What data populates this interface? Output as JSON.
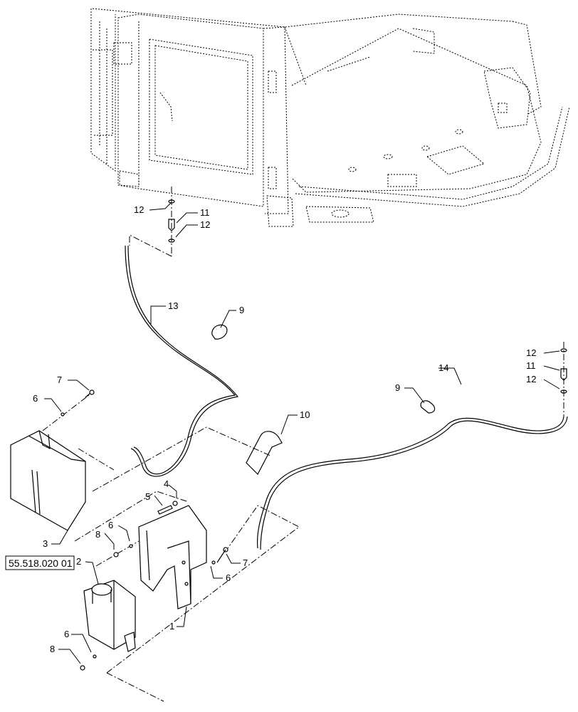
{
  "callouts": {
    "c1": "1",
    "c2": "2",
    "c3": "3",
    "c4": "4",
    "c5": "5",
    "c6a": "6",
    "c6b": "6",
    "c6c": "6",
    "c6d": "6",
    "c7a": "7",
    "c7b": "7",
    "c8a": "8",
    "c8b": "8",
    "c9a": "9",
    "c9b": "9",
    "c10": "10",
    "c11a": "11",
    "c11b": "11",
    "c12a": "12",
    "c12b": "12",
    "c12c": "12",
    "c12d": "12",
    "c13": "13",
    "c14": "14"
  },
  "reference": {
    "label": "55.518.020 01"
  }
}
